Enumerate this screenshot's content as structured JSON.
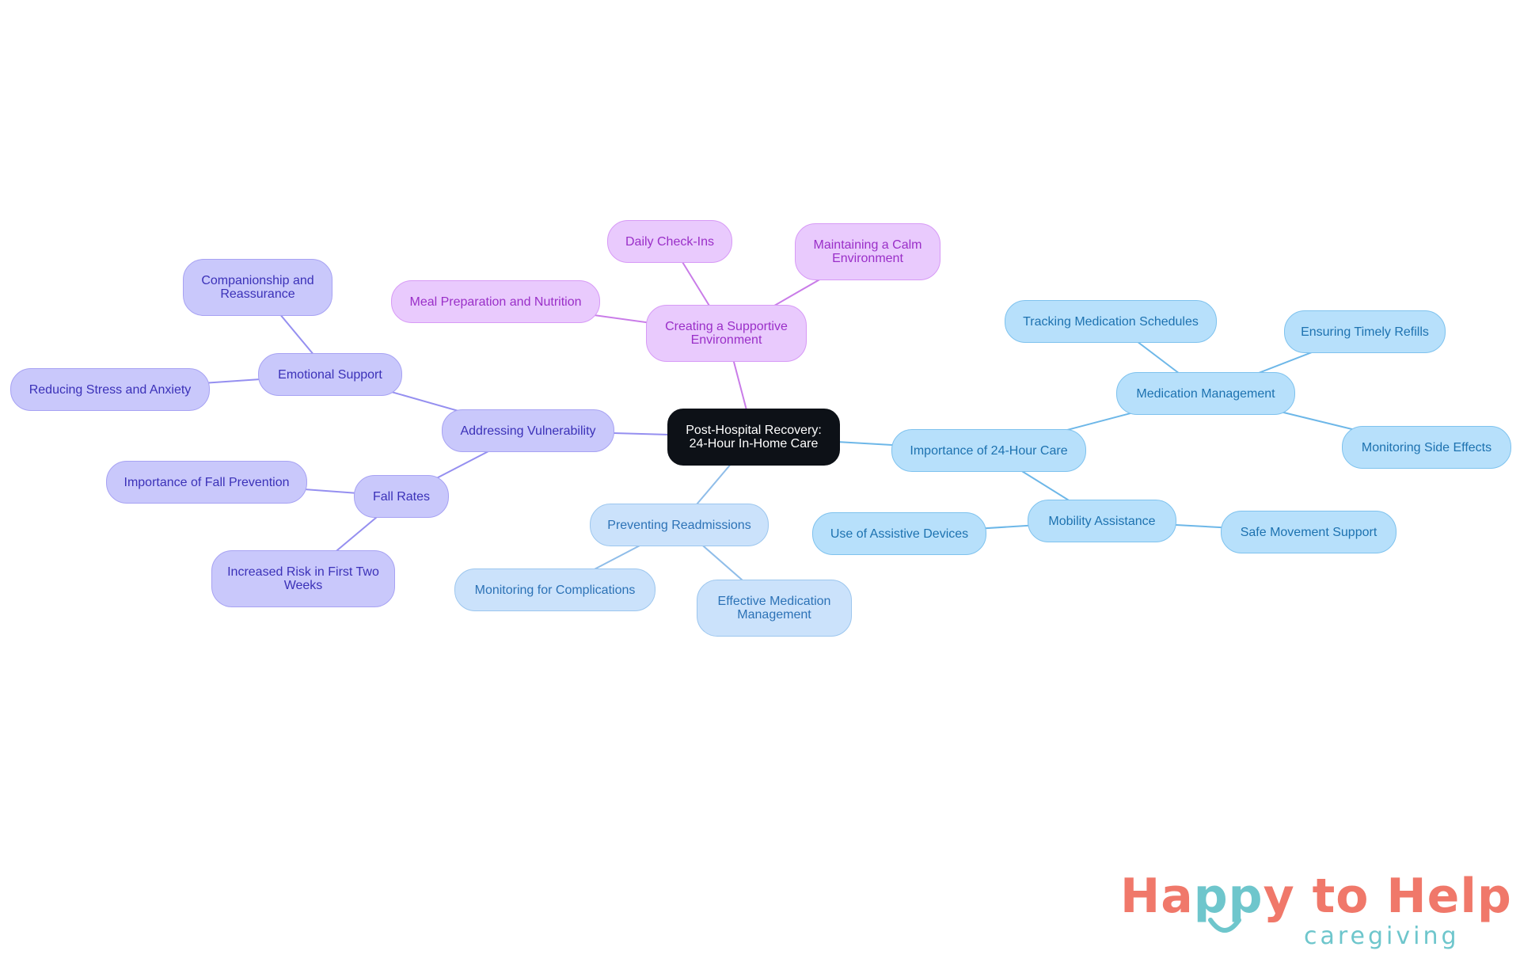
{
  "colors": {
    "root": "#0d1117",
    "purple": "#c9c8fb",
    "violet": "#e9cafd",
    "blue": "#b7e0fb",
    "lightblue": "#cbe2fb",
    "logo_coral": "#f0786a",
    "logo_teal": "#6ec6cc"
  },
  "mindmap": {
    "root": {
      "lines": [
        "Post-Hospital Recovery:",
        "24-Hour In-Home Care"
      ]
    },
    "branches": [
      {
        "lines": [
          "Creating a Supportive",
          "Environment"
        ],
        "children": [
          {
            "lines": [
              "Daily Check-Ins"
            ]
          },
          {
            "lines": [
              "Maintaining a Calm",
              "Environment"
            ]
          },
          {
            "lines": [
              "Meal Preparation and Nutrition"
            ]
          }
        ]
      },
      {
        "lines": [
          "Addressing Vulnerability"
        ],
        "children": [
          {
            "lines": [
              "Emotional Support"
            ],
            "children": [
              {
                "lines": [
                  "Companionship and",
                  "Reassurance"
                ]
              },
              {
                "lines": [
                  "Reducing Stress and Anxiety"
                ]
              }
            ]
          },
          {
            "lines": [
              "Fall Rates"
            ],
            "children": [
              {
                "lines": [
                  "Importance of Fall Prevention"
                ]
              },
              {
                "lines": [
                  "Increased Risk in First Two",
                  "Weeks"
                ]
              }
            ]
          }
        ]
      },
      {
        "lines": [
          "Importance of 24-Hour Care"
        ],
        "children": [
          {
            "lines": [
              "Medication Management"
            ],
            "children": [
              {
                "lines": [
                  "Tracking Medication Schedules"
                ]
              },
              {
                "lines": [
                  "Ensuring Timely Refills"
                ]
              },
              {
                "lines": [
                  "Monitoring Side Effects"
                ]
              }
            ]
          },
          {
            "lines": [
              "Mobility Assistance"
            ],
            "children": [
              {
                "lines": [
                  "Use of Assistive Devices"
                ]
              },
              {
                "lines": [
                  "Safe Movement Support"
                ]
              }
            ]
          }
        ]
      },
      {
        "lines": [
          "Preventing Readmissions"
        ],
        "children": [
          {
            "lines": [
              "Monitoring for Complications"
            ]
          },
          {
            "lines": [
              "Effective Medication",
              "Management"
            ]
          }
        ]
      }
    ]
  },
  "logo": {
    "word1": "Happy",
    "word2": "to",
    "word3": "Help",
    "tagline": "caregiving"
  }
}
